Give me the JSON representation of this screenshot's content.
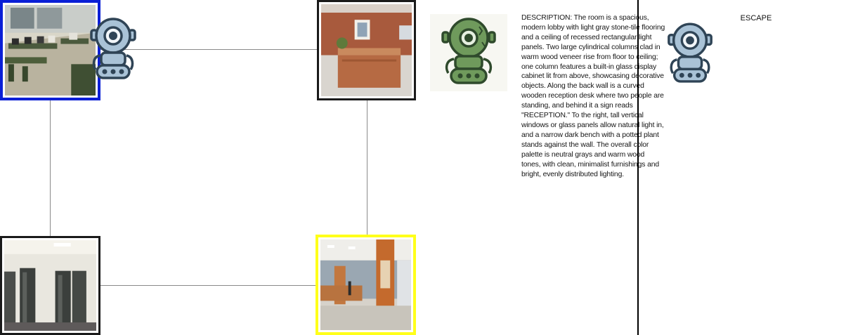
{
  "map": {
    "rooms": [
      {
        "id": "computer-lab",
        "state": "current",
        "border_color": "#0a1fd6"
      },
      {
        "id": "reception-desk",
        "state": "normal",
        "border_color": "#1a1a1a"
      },
      {
        "id": "locker-room",
        "state": "normal",
        "border_color": "#1a1a1a"
      },
      {
        "id": "lobby-columns",
        "state": "target",
        "border_color": "#ffff1a"
      }
    ],
    "edge_color": "#8a8a8a"
  },
  "player": {
    "icon": "robot-icon",
    "color": "#a9c2d6"
  },
  "npc": {
    "icon": "green-robot-icon",
    "color": "#6f9a5c"
  },
  "panel": {
    "description": "DESCRIPTION: The room is a spacious, modern lobby with light gray stone-tile flooring and a ceiling of recessed rectangular light panels. Two large cylindrical columns clad in warm wood veneer rise from floor to ceiling; one column features a built-in glass display cabinet lit from above, showcasing decorative objects. Along the back wall is a curved wooden reception desk where two people are standing, and behind it a sign reads \"RECEPTION.\" To the right, tall vertical windows or glass panels allow natural light in, and a narrow dark bench with a potted plant stands against the wall. The overall color palette is neutral grays and warm wood tones, with clean, minimalist furnishings and bright, evenly distributed lighting.",
    "escape_label": "ESCAPE"
  }
}
